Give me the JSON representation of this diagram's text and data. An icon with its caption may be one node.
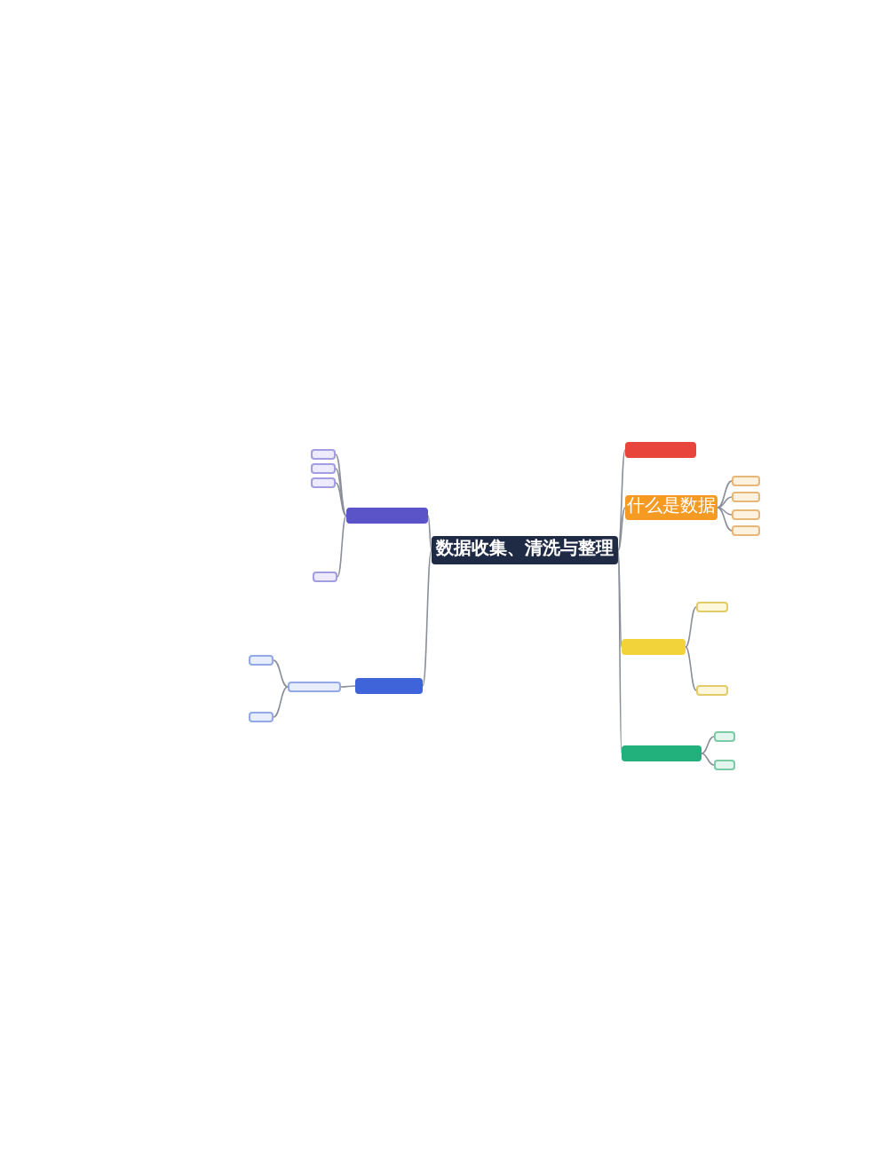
{
  "diagram": {
    "nodes": [
      {
        "text": [
          "数据收集、清洗与整理"
        ]
      },
      {
        "text": [],
        "shape": "box"
      },
      {
        "text": [
          "什么是数据"
        ]
      },
      {
        "text": [],
        "shape": "box"
      },
      {
        "text": [],
        "shape": "box"
      },
      {
        "text": [],
        "shape": "box"
      },
      {
        "text": [],
        "shape": "box"
      },
      {
        "text": [],
        "shape": "box"
      },
      {
        "text": [],
        "shape": "box"
      },
      {
        "text": [],
        "shape": "box"
      },
      {
        "text": [],
        "shape": "box"
      },
      {
        "text": [],
        "shape": "box"
      },
      {
        "text": [],
        "shape": "box"
      },
      {
        "text": [],
        "shape": "box"
      },
      {
        "text": [],
        "shape": "box"
      },
      {
        "text": [],
        "shape": "box"
      },
      {
        "text": [],
        "shape": "box"
      },
      {
        "text": [],
        "shape": "box"
      },
      {
        "text": [],
        "shape": "box"
      },
      {
        "text": [],
        "shape": "box"
      },
      {
        "text": [],
        "shape": "box"
      },
      {
        "text": [],
        "shape": "box"
      }
    ],
    "edges": [
      {
        "from": 0,
        "to": 1,
        "arrow": "none"
      },
      {
        "from": 0,
        "to": 2,
        "arrow": "none"
      },
      {
        "from": 0,
        "to": 3,
        "arrow": "none"
      },
      {
        "from": 0,
        "to": 4,
        "arrow": "none"
      },
      {
        "from": 0,
        "to": 5,
        "arrow": "none"
      },
      {
        "from": 0,
        "to": 6,
        "arrow": "none"
      },
      {
        "from": 2,
        "to": 7,
        "arrow": "none"
      },
      {
        "from": 2,
        "to": 8,
        "arrow": "none"
      },
      {
        "from": 2,
        "to": 9,
        "arrow": "none"
      },
      {
        "from": 2,
        "to": 10,
        "arrow": "none"
      },
      {
        "from": 3,
        "to": 11,
        "arrow": "none"
      },
      {
        "from": 3,
        "to": 12,
        "arrow": "none"
      },
      {
        "from": 4,
        "to": 13,
        "arrow": "none"
      },
      {
        "from": 4,
        "to": 14,
        "arrow": "none"
      },
      {
        "from": 5,
        "to": 15,
        "arrow": "none"
      },
      {
        "from": 5,
        "to": 16,
        "arrow": "none"
      },
      {
        "from": 5,
        "to": 17,
        "arrow": "none"
      },
      {
        "from": 5,
        "to": 18,
        "arrow": "none"
      },
      {
        "from": 6,
        "to": 19,
        "arrow": "none"
      },
      {
        "from": 19,
        "to": 20,
        "arrow": "none"
      },
      {
        "from": 19,
        "to": 21,
        "arrow": "none"
      }
    ]
  }
}
